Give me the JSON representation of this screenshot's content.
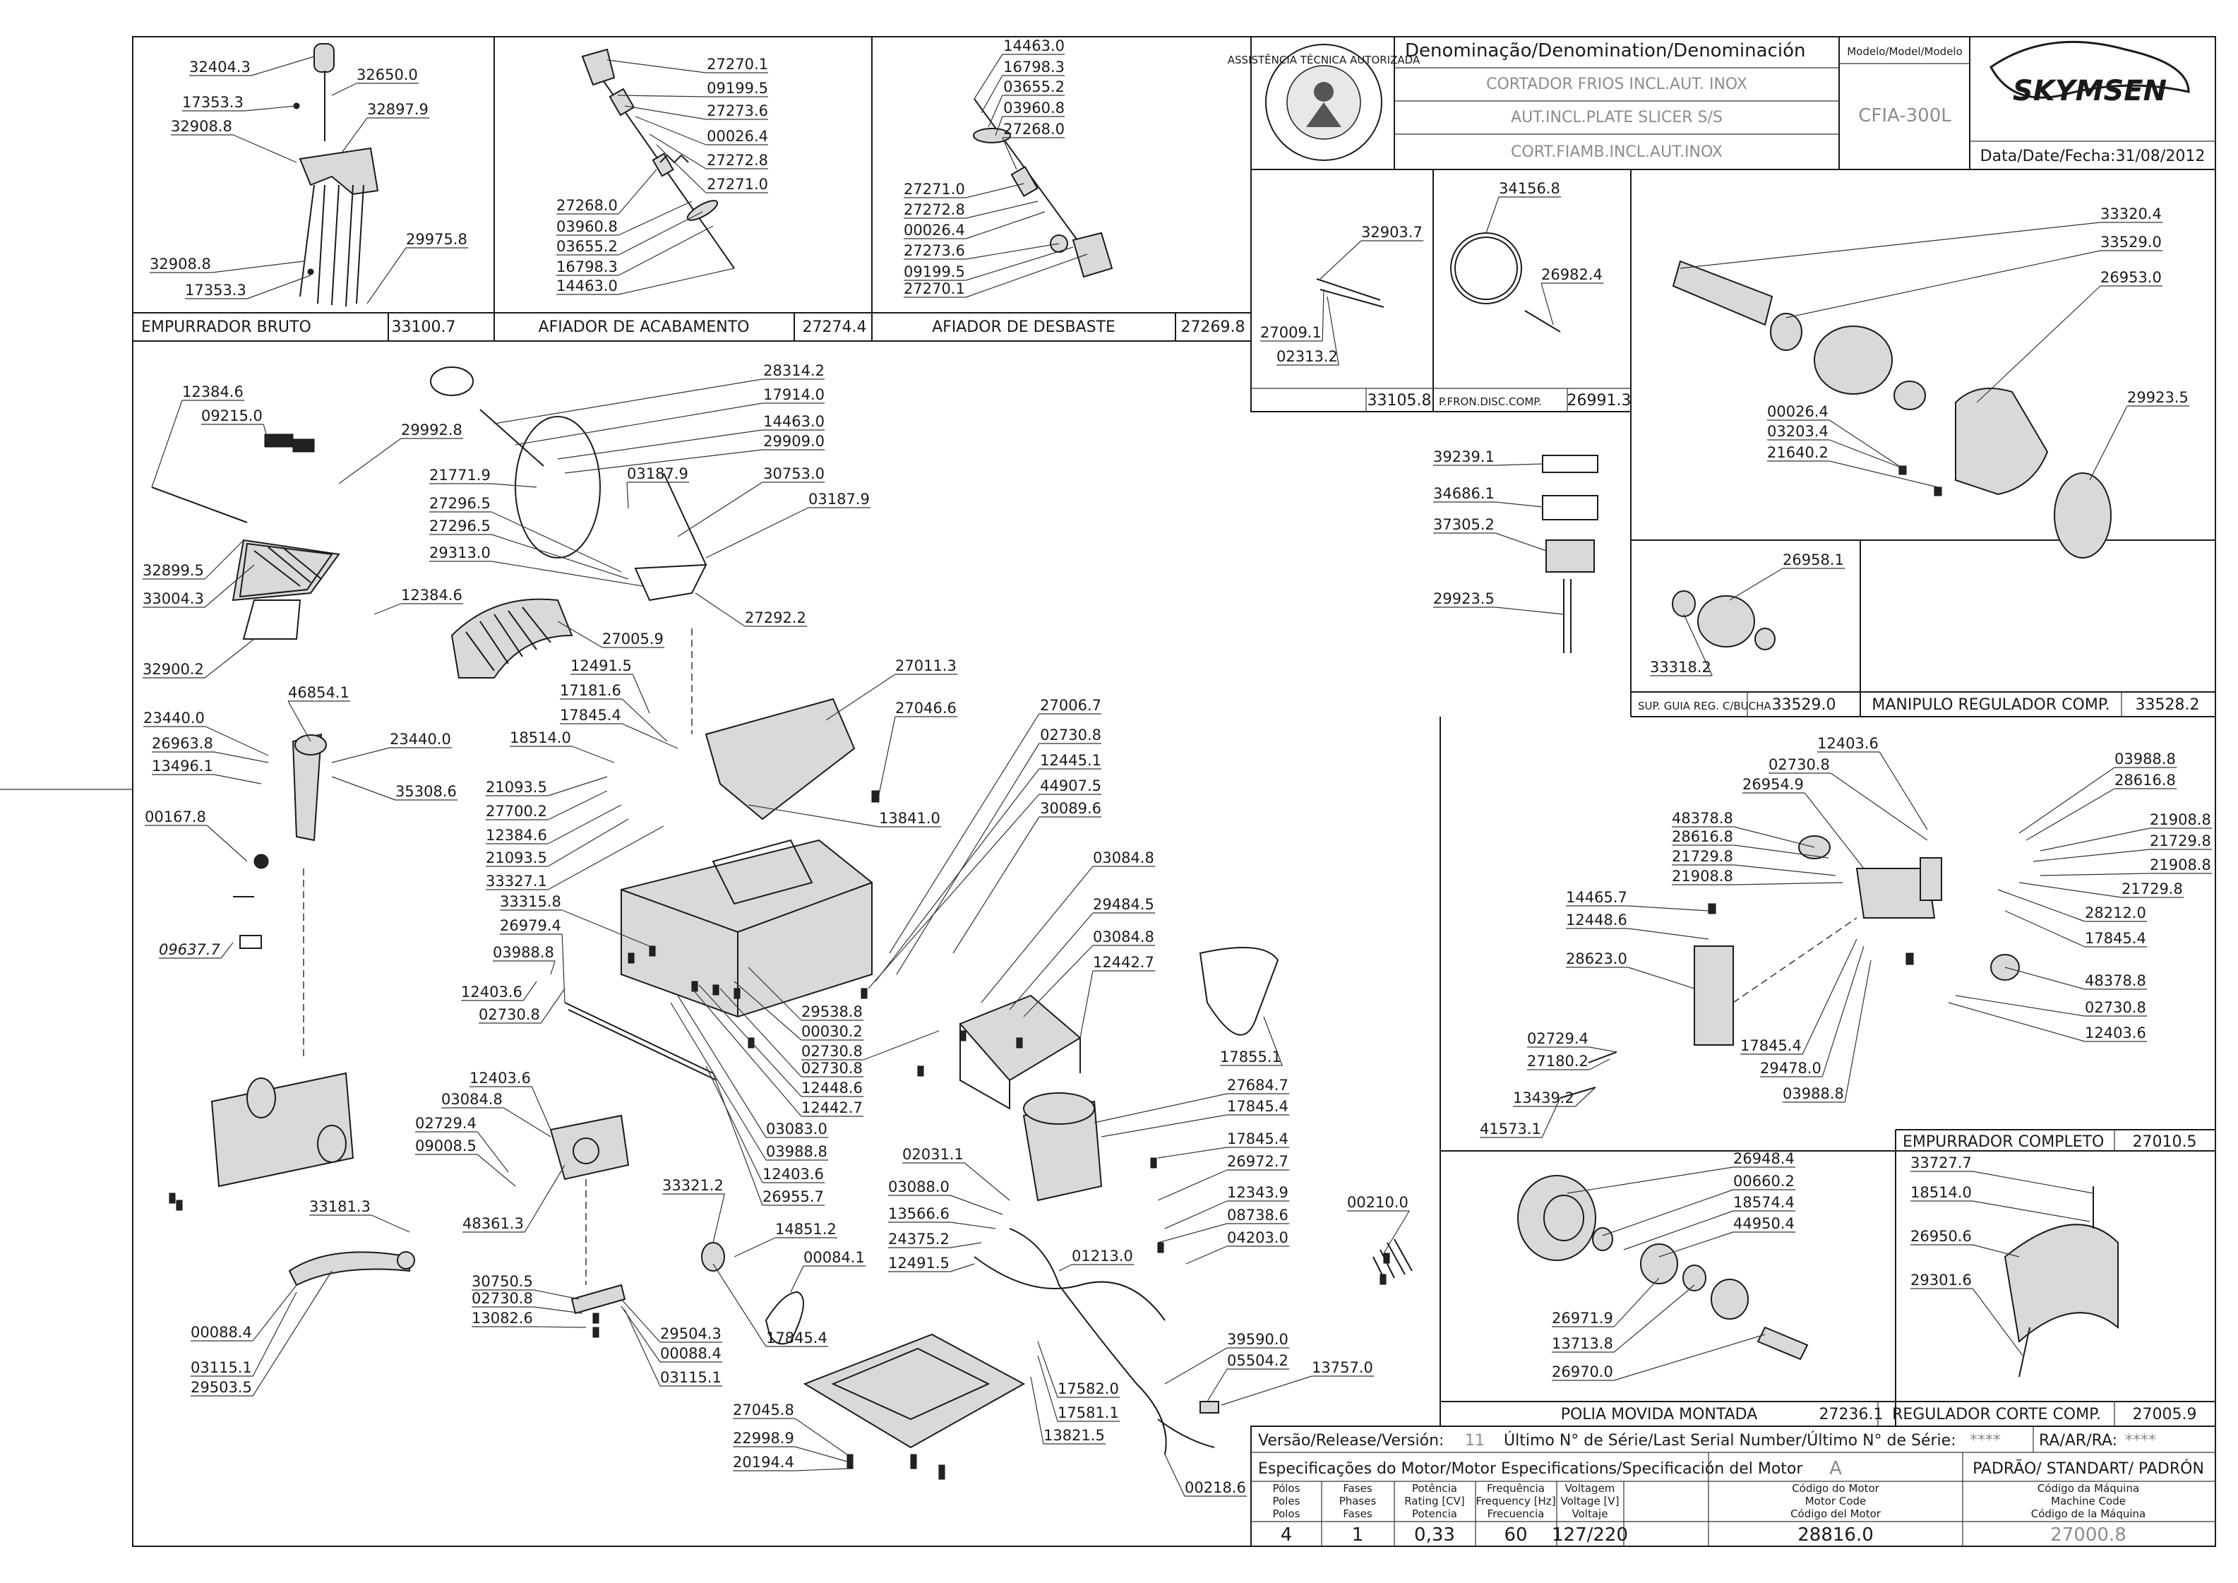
{
  "title_block": {
    "denomination_header": "Denominação/Denomination/Denominación",
    "names": [
      "CORTADOR FRIOS INCL.AUT. INOX",
      "AUT.INCL.PLATE SLICER S/S",
      "CORT.FIAMB.INCL.AUT.INOX"
    ],
    "model_header": "Modelo/Model/Modelo",
    "model": "CFIA-300L",
    "brand": "SKYMSEN",
    "date_text": "Data/Date/Fecha:31/08/2012",
    "seal_text": "ASSISTÊNCIA TÉCNICA AUTORIZADA"
  },
  "bottom_block": {
    "version_label": "Versão/Release/Versión:",
    "version_value": "11",
    "serial_label": "Último N° de Série/Last Serial Number/Último N° de Série:",
    "serial_value": "****",
    "ra_label": "RA/AR/RA:",
    "ra_value": "****",
    "motor_spec_label": "Especificações do Motor/Motor Especifications/Specificación del Motor",
    "motor_letter": "A",
    "standard_label": "PADRÃO/ STANDART/ PADRÓN",
    "col_headers": [
      [
        "Pólos",
        "Poles",
        "Polos"
      ],
      [
        "Fases",
        "Phases",
        "Fases"
      ],
      [
        "Potência",
        "Rating [CV]",
        "Potencia"
      ],
      [
        "Frequência",
        "Frequency [Hz]",
        "Frecuencia"
      ],
      [
        "Voltagem",
        "Voltage [V]",
        "Voltaje"
      ],
      [
        "Código do Motor",
        "Motor Code",
        "Código del Motor"
      ],
      [
        "Código da Máquina",
        "Machine Code",
        "Código de la Máquina"
      ]
    ],
    "values": [
      "4",
      "1",
      "0,33",
      "60",
      "127/220",
      "28816.0",
      "27000.8"
    ]
  },
  "assemblies": {
    "empurrador_bruto": {
      "name": "EMPURRADOR BRUTO",
      "code": "33100.7"
    },
    "afiador_acabamento": {
      "name": "AFIADOR DE ACABAMENTO",
      "code": "27274.4"
    },
    "afiador_desbaste": {
      "name": "AFIADOR DE DESBASTE",
      "code": "27269.8"
    },
    "kit_33105": {
      "code": "33105.8"
    },
    "protetor_disco": {
      "name": "P.FRON.DISC.COMP.",
      "code": "26991.3"
    },
    "suporte_guia": {
      "name": "SUP. GUIA REG. C/BUCHA",
      "code": "33529.0"
    },
    "manipulo": {
      "name": "MANIPULO REGULADOR COMP.",
      "code": "33528.2"
    },
    "empurrador_completo": {
      "name": "EMPURRADOR COMPLETO",
      "code": "27010.5"
    },
    "polia": {
      "name": "POLIA MOVIDA MONTADA",
      "code": "27236.1"
    },
    "regulador": {
      "name": "REGULADOR CORTE COMP.",
      "code": "27005.9"
    }
  },
  "part_labels": {
    "p32404": "32404.3",
    "p32650": "32650.0",
    "p17353a": "17353.3",
    "p32897": "32897.9",
    "p32908a": "32908.8",
    "p32908b": "32908.8",
    "p17353b": "17353.3",
    "p29975": "29975.8",
    "aa27270": "27270.1",
    "aa09199": "09199.5",
    "aa27273": "27273.6",
    "aa00026": "00026.4",
    "aa27272": "27272.8",
    "aa27271": "27271.0",
    "aa27268": "27268.0",
    "aa03960": "03960.8",
    "aa03655": "03655.2",
    "aa16798": "16798.3",
    "aa14463": "14463.0",
    "ad14463": "14463.0",
    "ad16798": "16798.3",
    "ad03655": "03655.2",
    "ad03960": "03960.8",
    "ad27268": "27268.0",
    "ad27271": "27271.0",
    "ad27272": "27272.8",
    "ad00026": "00026.4",
    "ad27273": "27273.6",
    "ad09199": "09199.5",
    "ad27270": "27270.1",
    "k32903": "32903.7",
    "k27009": "27009.1",
    "k02313": "02313.2",
    "pd34156": "34156.8",
    "pd26982": "26982.4",
    "m33320": "33320.4",
    "m33529": "33529.0",
    "m26953": "26953.0",
    "m00026": "00026.4",
    "m03203": "03203.4",
    "m21640": "21640.2",
    "m29923": "29923.5",
    "sg26958": "26958.1",
    "sg33318": "33318.2",
    "lb39239": "39239.1",
    "lb34686": "34686.1",
    "lb37305": "37305.2",
    "lb29923": "29923.5",
    "ec12403a": "12403.6",
    "ec02730a": "02730.8",
    "ec03988a": "03988.8",
    "ec28616a": "28616.8",
    "ec26954": "26954.9",
    "ec48378a": "48378.8",
    "ec28616b": "28616.8",
    "ec21729a": "21729.8",
    "ec21908a": "21908.8",
    "ec21908b": "21908.8",
    "ec21729b": "21729.8",
    "ec21908c": "21908.8",
    "ec21729c": "21729.8",
    "ec28212": "28212.0",
    "ec17845a": "17845.4",
    "ec14465": "14465.7",
    "ec12448": "12448.6",
    "ec28623": "28623.0",
    "ec48378b": "48378.8",
    "ec02730b": "02730.8",
    "ec02729": "02729.4",
    "ec27180": "27180.2",
    "ec12403b": "12403.6",
    "ec13439": "13439.2",
    "ec17845b": "17845.4",
    "ec41573": "41573.1",
    "ec29478": "29478.0",
    "ec03988b": "03988.8",
    "pm26948": "26948.4",
    "pm00660": "00660.2",
    "pm18574": "18574.4",
    "pm44950": "44950.4",
    "pm26971": "26971.9",
    "pm13713": "13713.8",
    "pm26970": "26970.0",
    "rc33727": "33727.7",
    "rc18514": "18514.0",
    "rc26950": "26950.6",
    "rc29301": "29301.6",
    "mn12384a": "12384.6",
    "mn09215": "09215.0",
    "mn29992": "29992.8",
    "mn32899": "32899.5",
    "mn33004": "33004.3",
    "mn12384b": "12384.6",
    "mn32900": "32900.2",
    "mn28314": "28314.2",
    "mn17914": "17914.0",
    "mn14463": "14463.0",
    "mn29909": "29909.0",
    "mn30753": "30753.0",
    "mn21771": "21771.9",
    "mn03187a": "03187.9",
    "mn03187b": "03187.9",
    "mn27296a": "27296.5",
    "mn27296b": "27296.5",
    "mn29313": "29313.0",
    "mn27292": "27292.2",
    "mn27005": "27005.9",
    "mn46854": "46854.1",
    "mn23440a": "23440.0",
    "mn23440b": "23440.0",
    "mn26963": "26963.8",
    "mn13496": "13496.1",
    "mn35308": "35308.6",
    "mn00167": "00167.8",
    "mn09637": "09637.7",
    "mn12491a": "12491.5",
    "mn17181": "17181.6",
    "mn17845a": "17845.4",
    "mn18514": "18514.0",
    "mn21093a": "21093.5",
    "mn27700": "27700.2",
    "mn12384c": "12384.6",
    "mn21093b": "21093.5",
    "mn33327": "33327.1",
    "mn33315": "33315.8",
    "mn26979": "26979.4",
    "mn03988a": "03988.8",
    "mn12403a": "12403.6",
    "mn02730a": "02730.8",
    "mn27011": "27011.3",
    "mn27046": "27046.6",
    "mn13841": "13841.0",
    "mn27006": "27006.7",
    "mn02730b": "02730.8",
    "mn12445": "12445.1",
    "mn44907": "44907.5",
    "mn30089": "30089.6",
    "mn03084a": "03084.8",
    "mn29484": "29484.5",
    "mn03084b": "03084.8",
    "mn12442a": "12442.7",
    "mn29538": "29538.8",
    "mn00030": "00030.2",
    "mn02730c": "02730.8",
    "mn02730d": "02730.8",
    "mn12448": "12448.6",
    "mn12442b": "12442.7",
    "mn03083": "03083.0",
    "mn03988b": "03988.8",
    "mn12403b": "12403.6",
    "mn26955": "26955.7",
    "mn17855": "17855.1",
    "mn27684": "27684.7",
    "mn17845b": "17845.4",
    "mn17845c": "17845.4",
    "mn26972": "26972.7",
    "mn12343": "12343.9",
    "mn08738": "08738.6",
    "mn04203": "04203.0",
    "mn00210": "00210.0",
    "mn12403c": "12403.6",
    "mn03084c": "03084.8",
    "mn02729": "02729.4",
    "mn09008": "09008.5",
    "mn48361": "48361.3",
    "mn33321": "33321.2",
    "mn14851": "14851.2",
    "mn00084a": "00084.1",
    "mn17845d": "17845.4",
    "mn33181": "33181.3",
    "mn02031": "02031.1",
    "mn03088": "03088.0",
    "mn13566": "13566.6",
    "mn24375": "24375.2",
    "mn12491b": "12491.5",
    "mn01213": "01213.0",
    "mn30750": "30750.5",
    "mn02730e": "02730.8",
    "mn13082": "13082.6",
    "mn29504": "29504.3",
    "mn00088a": "00088.4",
    "mn03115a": "03115.1",
    "mn00088b": "00088.4",
    "mn03115b": "03115.1",
    "mn29503": "29503.5",
    "mn27045": "27045.8",
    "mn22998": "22998.9",
    "mn20194": "20194.4",
    "mn17582": "17582.0",
    "mn17581": "17581.1",
    "mn13821": "13821.5",
    "mn39590": "39590.0",
    "mn05504": "05504.2",
    "mn13757": "13757.0",
    "mn00218": "00218.6"
  }
}
